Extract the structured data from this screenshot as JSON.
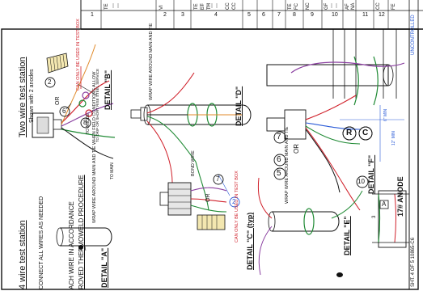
{
  "sheet": {
    "uncontrolled_stamp": "UNCONTROLLED",
    "sheet_number": "SHT. 4 OF 5 10865-C6"
  },
  "title_block": {
    "row_numbers": [
      "1",
      "2",
      "3",
      "4",
      "5",
      "6",
      "7",
      "8",
      "9",
      "10",
      "11",
      "12"
    ],
    "fragments": [
      "TE",
      "VI",
      "TE",
      "ET",
      "TH",
      "CC",
      "CC",
      "TE",
      "FC",
      "NC",
      "GF",
      "AF",
      "NA",
      "CC",
      "FE"
    ]
  },
  "headings": {
    "two_wire": "Two wire test station",
    "two_wire_sub": "Shown with 2 anodes",
    "four_wire": "4 wire test station",
    "four_wire_note": "CONNECT ALL WIRES AS NEEDED"
  },
  "notes": {
    "thermoweld_1": "ACH WIRE IN ACCORDANCE",
    "thermoweld_2": "ROVED THERMOWELD PROCEDURE",
    "wrap_wire_a": "WRAP WIRE AROUND MAIN AND TIE WHEN FIELD CONDITIONS ALLOW",
    "wrap_wire_d": "WRAP WIRE AROUND MAIN AND TIE",
    "wrap_wire_e": "WRAP WIRE AROUND MAIN AND TIE",
    "can_only_test_box_b": "CAN ONLY BE USED IN TEST BOX",
    "can_only_test_box_c": "CAN ONLY BE USED IN TEST BOX",
    "to_anode": "TO ANODE",
    "to_main": "TO MAIN",
    "bond_wire": "BOND WIRE",
    "tie_note": "TO DRIP OR SHORT RISE STEEL SERVICE",
    "or_b": "OR",
    "or_c": "OR",
    "or_56": "OR",
    "dim_6": "6\" MIN",
    "dim_12": "12\" MIN",
    "dim_3": "3"
  },
  "details": {
    "a": "DETAIL \"A\"",
    "b": "DETAIL \"B\"",
    "c": "DETAIL \"C\" (typ)",
    "d": "DETAIL \"D\"",
    "e": "DETAIL \"E\"",
    "f": "DETAIL \"F\""
  },
  "callouts": {
    "c2a": "2",
    "c6": "6",
    "c8": "8",
    "c2b": "2",
    "c7": "7",
    "c5": "5",
    "c6b": "6",
    "c7b": "7",
    "c10": "10",
    "cR": "R",
    "cC": "C",
    "cA": "A"
  },
  "anode": "17# ANODE",
  "colors": {
    "pipe_green": "#1f8a34",
    "wire_red": "#d0202a",
    "wire_purple": "#8a3fa0",
    "wire_blue": "#2a5bd7",
    "wire_orange": "#e08a2a",
    "ink": "#111111"
  }
}
